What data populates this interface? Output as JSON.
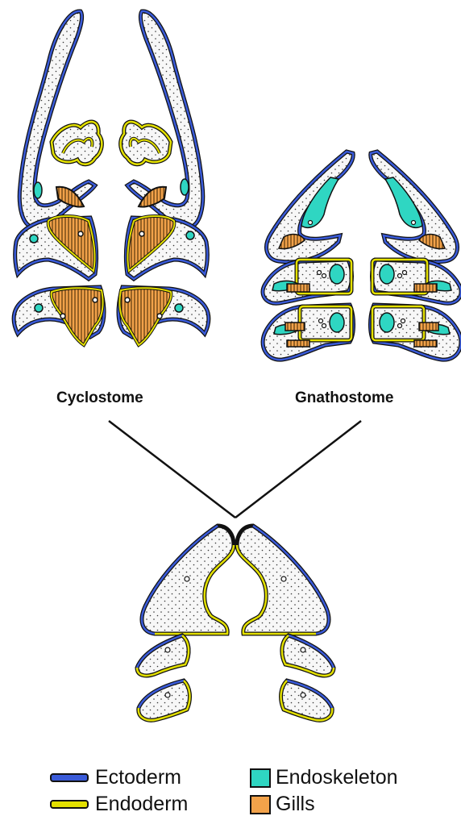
{
  "labels": {
    "cyclostome": "Cyclostome",
    "gnathostome": "Gnathostome"
  },
  "legend": {
    "ectoderm": "Ectoderm",
    "endoderm": "Endoderm",
    "endoskeleton": "Endoskeleton",
    "gills": "Gills"
  },
  "colors": {
    "ectoderm": "#3a5bd9",
    "endoderm": "#e3e000",
    "endoskeleton": "#2fd6c2",
    "gills": "#f2a24a",
    "outline": "#111111",
    "fill": "#f7f7f7"
  }
}
